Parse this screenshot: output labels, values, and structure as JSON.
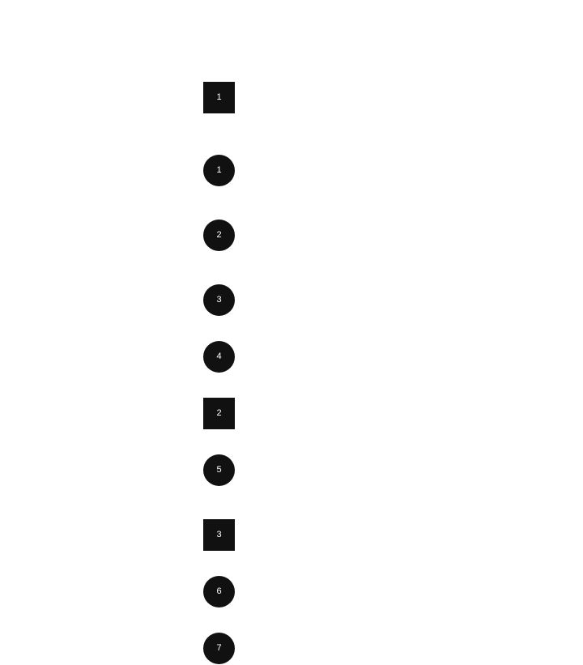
{
  "colors": {
    "background": "#ffffff",
    "marker_fill": "#111111",
    "marker_text": "#ffffff"
  },
  "markers": [
    {
      "label": "1",
      "shape": "square"
    },
    {
      "label": "1",
      "shape": "circle"
    },
    {
      "label": "2",
      "shape": "circle"
    },
    {
      "label": "3",
      "shape": "circle"
    },
    {
      "label": "4",
      "shape": "circle"
    },
    {
      "label": "2",
      "shape": "square"
    },
    {
      "label": "5",
      "shape": "circle"
    },
    {
      "label": "3",
      "shape": "square"
    },
    {
      "label": "6",
      "shape": "circle"
    },
    {
      "label": "7",
      "shape": "circle"
    }
  ]
}
